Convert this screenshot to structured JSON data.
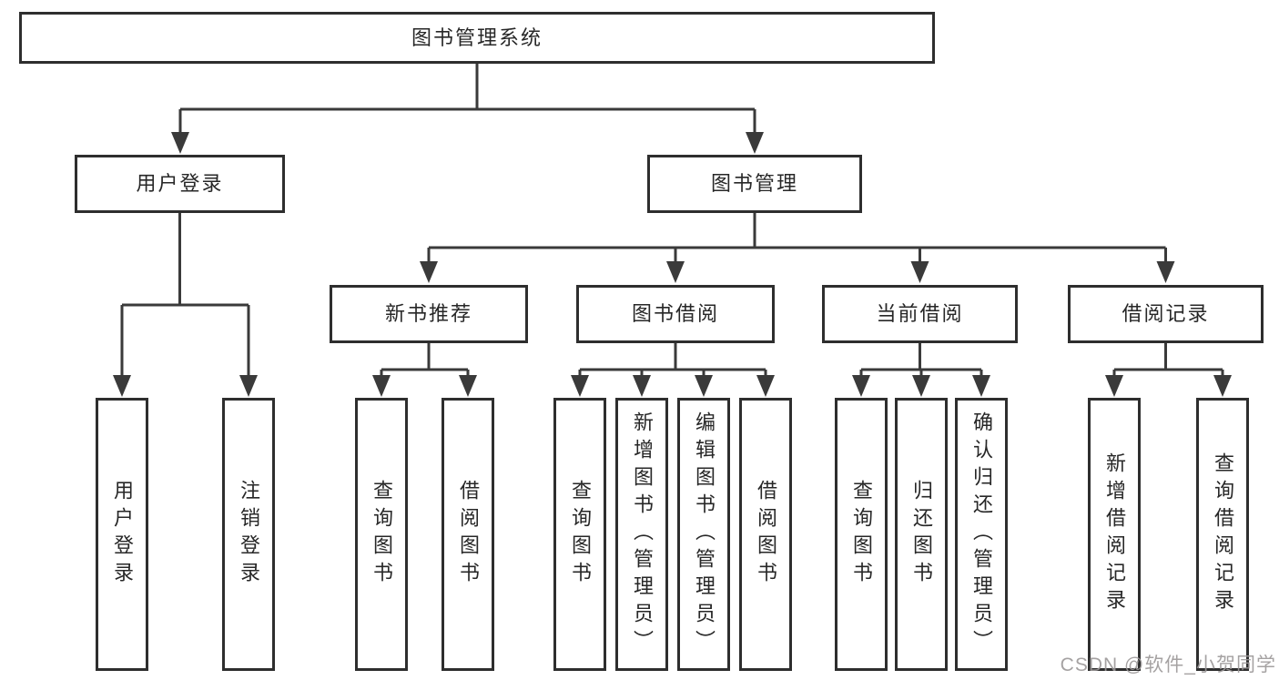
{
  "diagram": {
    "root": "图书管理系统",
    "branches": [
      {
        "label": "用户登录",
        "leaves": [
          "用户登录",
          "注销登录"
        ]
      },
      {
        "label": "图书管理",
        "children": [
          {
            "label": "新书推荐",
            "leaves": [
              "查询图书",
              "借阅图书"
            ]
          },
          {
            "label": "图书借阅",
            "leaves": [
              "查询图书",
              "新增图书（管理员）",
              "编辑图书（管理员）",
              "借阅图书"
            ]
          },
          {
            "label": "当前借阅",
            "leaves": [
              "查询图书",
              "归还图书",
              "确认归还（管理员）"
            ]
          },
          {
            "label": "借阅记录",
            "leaves": [
              "新增借阅记录",
              "查询借阅记录"
            ]
          }
        ]
      }
    ]
  },
  "watermark": "CSDN @软件_小贺同学",
  "colors": {
    "line": "#3a3a3a",
    "border": "#2e2e2e",
    "text": "#272727",
    "bg": "#ffffff",
    "watermark": "#9c9899"
  }
}
